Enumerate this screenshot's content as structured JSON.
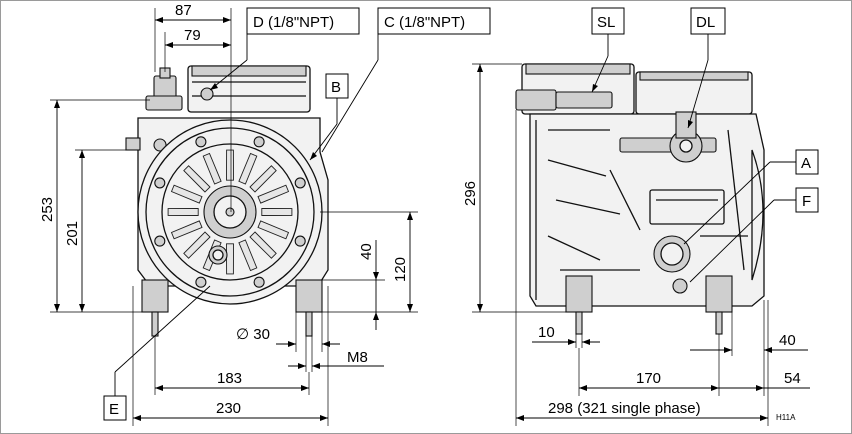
{
  "drawing_id": "H11A",
  "front_view": {
    "dimensions": {
      "width_top_1": "87",
      "width_top_2": "79",
      "height_total": "253",
      "height_shaft": "201",
      "offset_40": "40",
      "offset_120": "120",
      "bolt_dia": "∅ 30",
      "thread": "M8",
      "foot_spacing": "183",
      "base_width": "230"
    },
    "callouts": {
      "d": "D (1/8\"NPT)",
      "c": "C (1/8\"NPT)",
      "b": "B",
      "e": "E"
    }
  },
  "side_view": {
    "dimensions": {
      "height": "296",
      "offset_10": "10",
      "offset_40": "40",
      "foot_spacing": "170",
      "offset_54": "54",
      "total_length": "298 (321 single phase)"
    },
    "callouts": {
      "sl": "SL",
      "dl": "DL",
      "a": "A",
      "f": "F"
    }
  }
}
